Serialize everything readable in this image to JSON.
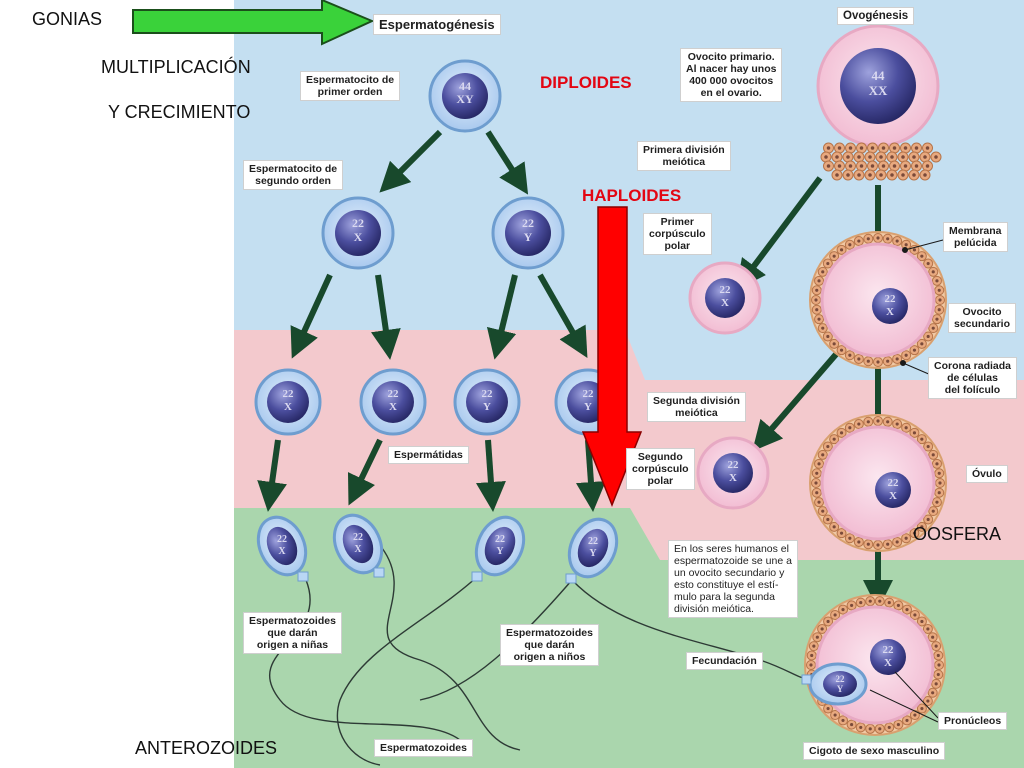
{
  "side_labels": {
    "gonias": "GONIAS",
    "multiplicacion": "MULTIPLICACIÓN",
    "crecimiento": "Y CRECIMIENTO",
    "diploides": "DIPLOIDES",
    "haploides": "HAPLOIDES",
    "oosfera": "OOSFERA",
    "anterozoides": "ANTEROZOIDES"
  },
  "spermatogenesis": {
    "title": "Espermatogénesis",
    "primary_label": "Espermatocito de\nprimer orden",
    "primary_cell": [
      "44",
      "XY"
    ],
    "secondary_label": "Espermatocito de\nsegundo orden",
    "secondary_cells": [
      [
        "22",
        "X"
      ],
      [
        "22",
        "Y"
      ]
    ],
    "spermatid_cells": [
      [
        "22",
        "X"
      ],
      [
        "22",
        "X"
      ],
      [
        "22",
        "Y"
      ],
      [
        "22",
        "Y"
      ]
    ],
    "spermatids_label": "Espermátidas",
    "sperm_cells": [
      [
        "22",
        "X"
      ],
      [
        "22",
        "X"
      ],
      [
        "22",
        "Y"
      ],
      [
        "22",
        "Y"
      ]
    ],
    "girls_label": "Espermatozoides\nque darán\norigen a niñas",
    "boys_label": "Espermatozoides\nque darán\norigen a niños",
    "spermatozoa_label": "Espermatozoides"
  },
  "oogenesis": {
    "title": "Ovogénesis",
    "primary_text": "Ovocito primario.\nAl nacer hay unos\n400 000 ovocitos\nen el ovario.",
    "primary_cell": [
      "44",
      "XX"
    ],
    "first_division": "Primera división\nmeiótica",
    "first_polar_label": "Primer\ncorpúsculo\npolar",
    "first_polar_cell": [
      "22",
      "X"
    ],
    "zona_label": "Membrana\npelúcida",
    "secondary_cell": [
      "22",
      "X"
    ],
    "secondary_label": "Ovocito\nsecundario",
    "corona_label": "Corona radiada\nde células\ndel folículo",
    "second_division": "Segunda división\nmeiótica",
    "second_polar_label": "Segundo\ncorpúsculo\npolar",
    "second_polar_cell": [
      "22",
      "X"
    ],
    "ovum_cell": [
      "22",
      "X"
    ],
    "ovum_label": "Óvulo",
    "note": "En los seres humanos el\nespermatozoide se une a\nun ovocito secundario y\nesto constituye el estí-\nmulo para la segunda\ndivisión meiótica.",
    "fertilization_label": "Fecundación",
    "zygote_cell": [
      "22",
      "X"
    ],
    "zygote_sperm": [
      "22",
      "Y"
    ],
    "pronuclei_label": "Pronúcleos",
    "zygote_label": "Cigoto de sexo masculino"
  },
  "colors": {
    "blue_zone": "#c4dff1",
    "pink_zone": "#f3c9cd",
    "green_zone": "#aad6ad",
    "nucleus": "#3e3f8f",
    "cell_body": "#b9d7f5",
    "oocyte_body": "#f7d3e3",
    "follicle": "#e4b48c",
    "dark_arrow": "#18492c",
    "green_arrow": "#3ad23a",
    "red_arrow": "#ff0000",
    "highlight_text": "#e30613"
  }
}
